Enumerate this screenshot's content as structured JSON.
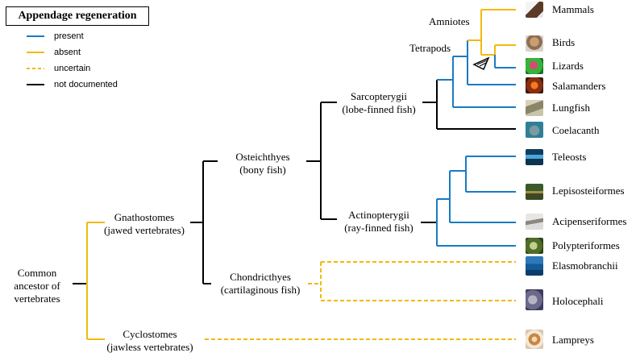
{
  "legend": {
    "title": "Appendage regeneration",
    "items": [
      {
        "label": "present",
        "color": "#1a7ac4",
        "style": "solid"
      },
      {
        "label": "absent",
        "color": "#f2b90f",
        "style": "solid"
      },
      {
        "label": "uncertain",
        "color": "#f2b90f",
        "style": "dashed"
      },
      {
        "label": "not documented",
        "color": "#000000",
        "style": "solid"
      }
    ]
  },
  "nodes": {
    "root": [
      "Common",
      "ancestor of",
      "vertebrates"
    ],
    "gnathostomes": [
      "Gnathostomes",
      "(jawed vertebrates)"
    ],
    "cyclostomes": [
      "Cyclostomes",
      "(jawless vertebrates)"
    ],
    "osteichthyes": [
      "Osteichthyes",
      "(bony fish)"
    ],
    "chondrichthyes": [
      "Chondricthyes",
      "(cartilaginous fish)"
    ],
    "sarcopterygii": [
      "Sarcopterygii",
      "(lobe-finned fish)"
    ],
    "actinopterygii": [
      "Actinopterygii",
      "(ray-finned fish)"
    ],
    "tetrapods": "Tetrapods",
    "amniotes": "Amniotes"
  },
  "taxa": [
    {
      "name": "Mammals",
      "icon": "mammal-photo-icon"
    },
    {
      "name": "Birds",
      "icon": "bird-photo-icon"
    },
    {
      "name": "Lizards",
      "icon": "lizard-photo-icon"
    },
    {
      "name": "Salamanders",
      "icon": "salamander-photo-icon"
    },
    {
      "name": "Lungfish",
      "icon": "lungfish-photo-icon"
    },
    {
      "name": "Coelacanth",
      "icon": "coelacanth-photo-icon"
    },
    {
      "name": "Teleosts",
      "icon": "teleost-photo-icon"
    },
    {
      "name": "Lepisosteiformes",
      "icon": "gar-photo-icon"
    },
    {
      "name": "Acipenseriformes",
      "icon": "sturgeon-photo-icon"
    },
    {
      "name": "Polypteriformes",
      "icon": "bichir-photo-icon"
    },
    {
      "name": "Elasmobranchii",
      "icon": "shark-photo-icon"
    },
    {
      "name": "Holocephali",
      "icon": "chimaera-photo-icon"
    },
    {
      "name": "Lampreys",
      "icon": "lamprey-photo-icon"
    }
  ],
  "colors": {
    "present": "#1a7ac4",
    "absent": "#f2b90f",
    "not_documented": "#000000"
  }
}
